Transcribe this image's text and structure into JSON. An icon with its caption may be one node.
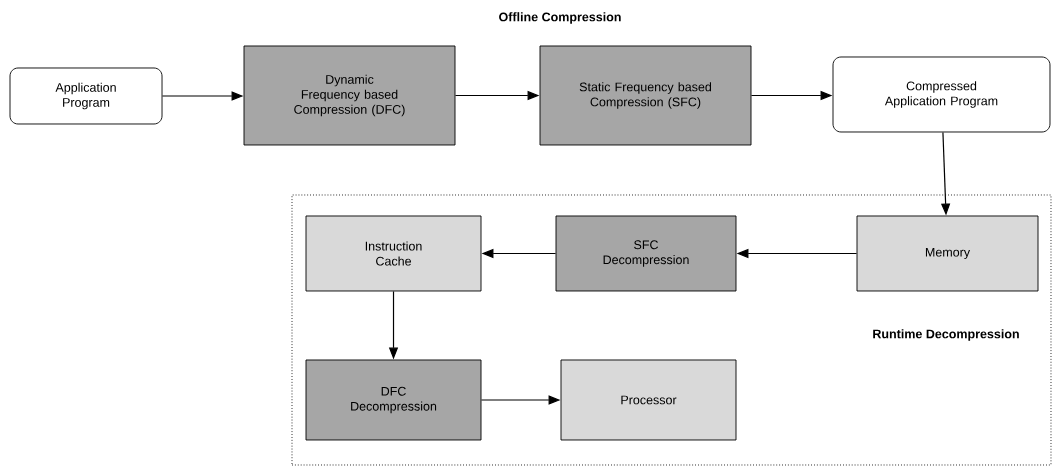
{
  "diagram": {
    "title": "Offline Compression",
    "nodes": [
      {
        "text": [
          "Application Program"
        ]
      },
      {
        "text": [
          "Dynamic Frequency based Compression (DFC)"
        ]
      },
      {
        "text": [
          "Static Frequency based Compression (SFC)"
        ]
      },
      {
        "text": [
          "Compressed Application Program"
        ]
      },
      {
        "text": [
          "Runtime Decompression"
        ]
      },
      {
        "text": [
          "Memory"
        ],
        "in": 4
      },
      {
        "text": [
          "SFC Decompression"
        ],
        "in": 4
      },
      {
        "text": [
          "Instruction Cache"
        ],
        "in": 4
      },
      {
        "text": [
          "DFC Decompression"
        ],
        "in": 4
      },
      {
        "text": [
          "Processor"
        ],
        "in": 4
      }
    ],
    "edges": [
      {
        "from": 0,
        "to": 1,
        "arrow": "to"
      },
      {
        "from": 1,
        "to": 2,
        "arrow": "to"
      },
      {
        "from": 2,
        "to": 3,
        "arrow": "to"
      },
      {
        "from": 3,
        "to": 5,
        "arrow": "to"
      },
      {
        "from": 5,
        "to": 6,
        "arrow": "to"
      },
      {
        "from": 6,
        "to": 7,
        "arrow": "to"
      },
      {
        "from": 7,
        "to": 8,
        "arrow": "to"
      },
      {
        "from": 8,
        "to": 9,
        "arrow": "to"
      }
    ]
  }
}
